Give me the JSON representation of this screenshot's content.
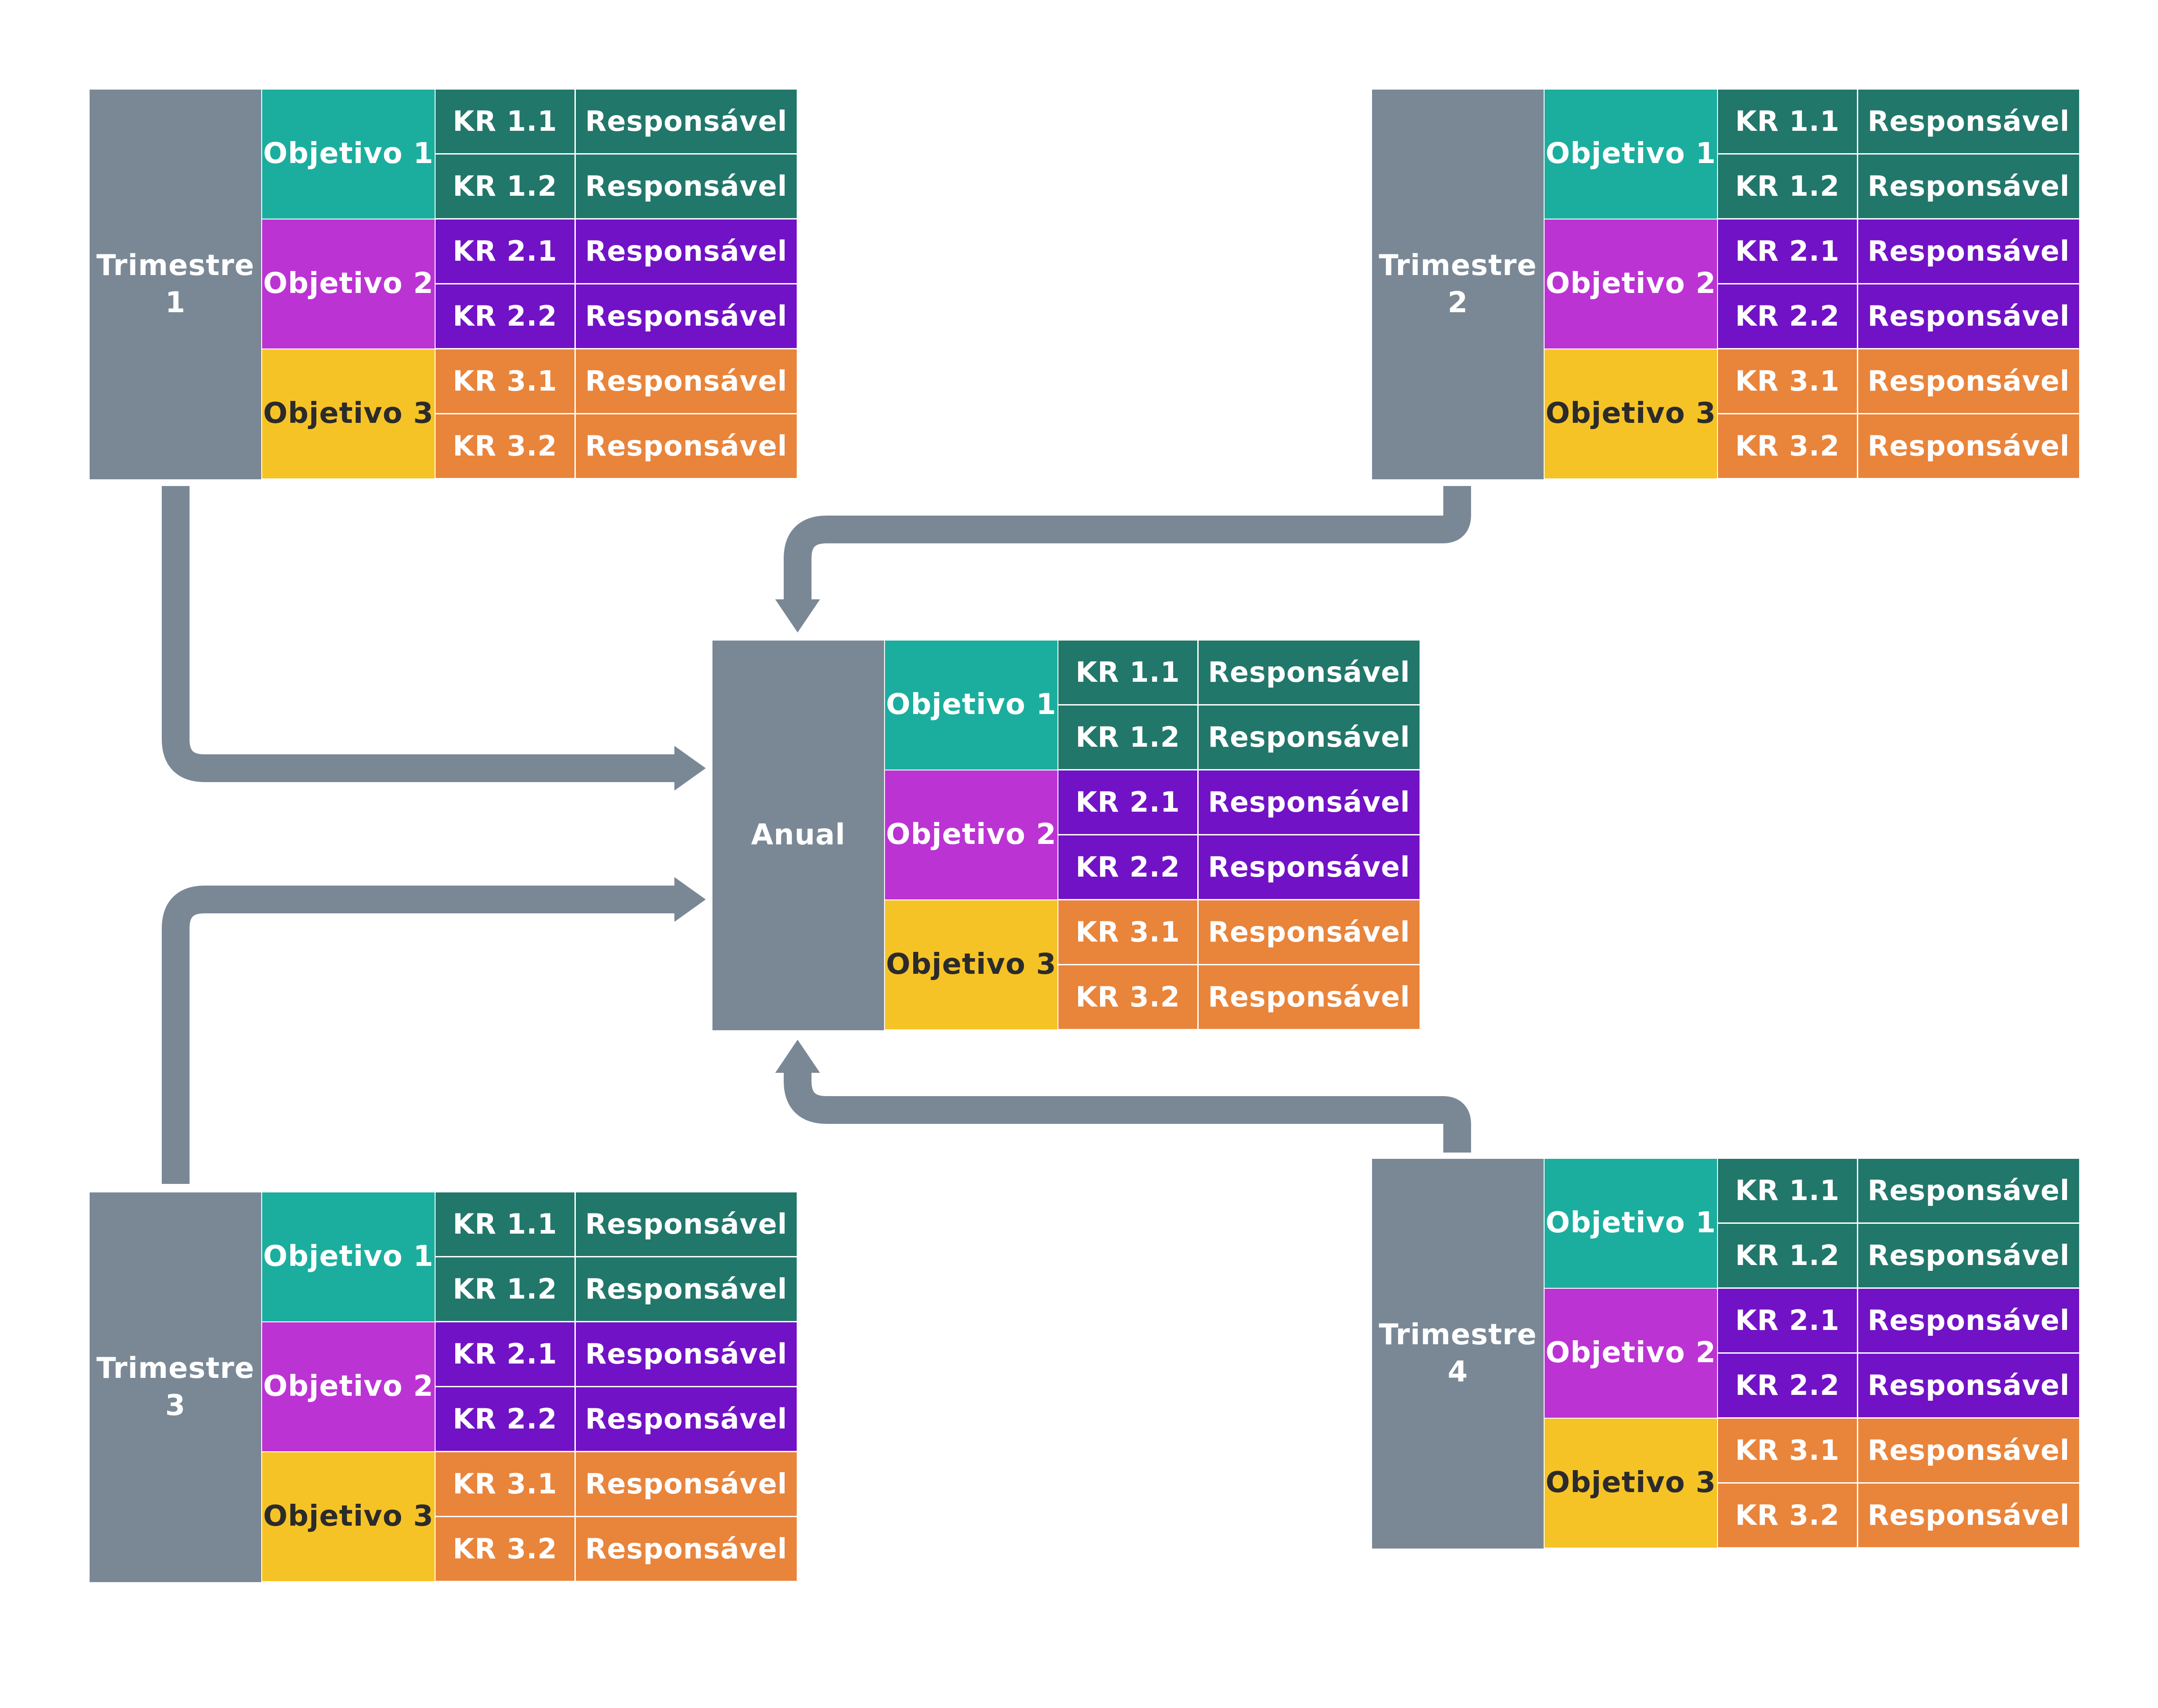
{
  "colors": {
    "period": "#7a8896",
    "objective_1": "#1bae9e",
    "objective_2": "#bc33d4",
    "objective_3": "#f6c326",
    "kr_1": "#21776a",
    "kr_2": "#7212c6",
    "kr_3": "#e9843b",
    "arrow": "#7a8896"
  },
  "blocks": [
    {
      "id": "t1",
      "period_lines": [
        "Trimestre",
        "1"
      ],
      "objectives": [
        {
          "label": "Objetivo 1",
          "krs": [
            {
              "kr": "KR 1.1",
              "owner": "Responsável"
            },
            {
              "kr": "KR 1.2",
              "owner": "Responsável"
            }
          ]
        },
        {
          "label": "Objetivo 2",
          "krs": [
            {
              "kr": "KR 2.1",
              "owner": "Responsável"
            },
            {
              "kr": "KR 2.2",
              "owner": "Responsável"
            }
          ]
        },
        {
          "label": "Objetivo 3",
          "krs": [
            {
              "kr": "KR 3.1",
              "owner": "Responsável"
            },
            {
              "kr": "KR 3.2",
              "owner": "Responsável"
            }
          ]
        }
      ]
    },
    {
      "id": "t2",
      "period_lines": [
        "Trimestre",
        "2"
      ],
      "objectives": [
        {
          "label": "Objetivo 1",
          "krs": [
            {
              "kr": "KR 1.1",
              "owner": "Responsável"
            },
            {
              "kr": "KR 1.2",
              "owner": "Responsável"
            }
          ]
        },
        {
          "label": "Objetivo 2",
          "krs": [
            {
              "kr": "KR 2.1",
              "owner": "Responsável"
            },
            {
              "kr": "KR 2.2",
              "owner": "Responsável"
            }
          ]
        },
        {
          "label": "Objetivo 3",
          "krs": [
            {
              "kr": "KR 3.1",
              "owner": "Responsável"
            },
            {
              "kr": "KR 3.2",
              "owner": "Responsável"
            }
          ]
        }
      ]
    },
    {
      "id": "annual",
      "period_lines": [
        "Anual"
      ],
      "objectives": [
        {
          "label": "Objetivo 1",
          "krs": [
            {
              "kr": "KR 1.1",
              "owner": "Responsável"
            },
            {
              "kr": "KR 1.2",
              "owner": "Responsável"
            }
          ]
        },
        {
          "label": "Objetivo 2",
          "krs": [
            {
              "kr": "KR 2.1",
              "owner": "Responsável"
            },
            {
              "kr": "KR 2.2",
              "owner": "Responsável"
            }
          ]
        },
        {
          "label": "Objetivo 3",
          "krs": [
            {
              "kr": "KR 3.1",
              "owner": "Responsável"
            },
            {
              "kr": "KR 3.2",
              "owner": "Responsável"
            }
          ]
        }
      ]
    },
    {
      "id": "t3",
      "period_lines": [
        "Trimestre",
        "3"
      ],
      "objectives": [
        {
          "label": "Objetivo 1",
          "krs": [
            {
              "kr": "KR 1.1",
              "owner": "Responsável"
            },
            {
              "kr": "KR 1.2",
              "owner": "Responsável"
            }
          ]
        },
        {
          "label": "Objetivo 2",
          "krs": [
            {
              "kr": "KR 2.1",
              "owner": "Responsável"
            },
            {
              "kr": "KR 2.2",
              "owner": "Responsável"
            }
          ]
        },
        {
          "label": "Objetivo 3",
          "krs": [
            {
              "kr": "KR 3.1",
              "owner": "Responsável"
            },
            {
              "kr": "KR 3.2",
              "owner": "Responsável"
            }
          ]
        }
      ]
    },
    {
      "id": "t4",
      "period_lines": [
        "Trimestre",
        "4"
      ],
      "objectives": [
        {
          "label": "Objetivo 1",
          "krs": [
            {
              "kr": "KR 1.1",
              "owner": "Responsável"
            },
            {
              "kr": "KR 1.2",
              "owner": "Responsável"
            }
          ]
        },
        {
          "label": "Objetivo 2",
          "krs": [
            {
              "kr": "KR 2.1",
              "owner": "Responsável"
            },
            {
              "kr": "KR 2.2",
              "owner": "Responsável"
            }
          ]
        },
        {
          "label": "Objetivo 3",
          "krs": [
            {
              "kr": "KR 3.1",
              "owner": "Responsável"
            },
            {
              "kr": "KR 3.2",
              "owner": "Responsável"
            }
          ]
        }
      ]
    }
  ]
}
